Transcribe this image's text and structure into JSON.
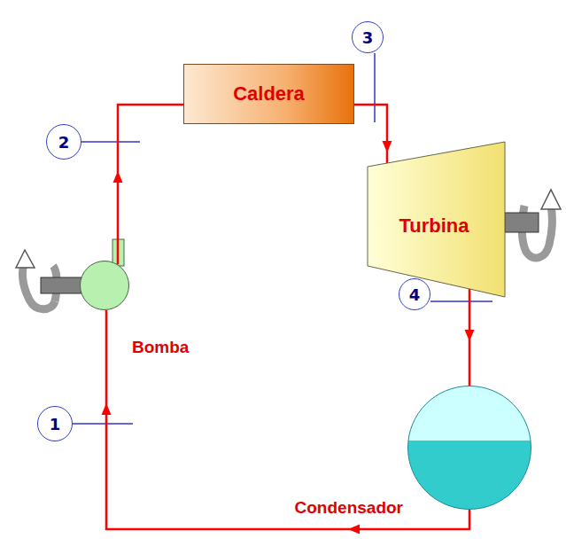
{
  "diagram": {
    "nodes": [
      {
        "text": [
          "Caldera"
        ]
      },
      {
        "text": [
          "3"
        ]
      },
      {
        "text": [
          "2"
        ]
      },
      {
        "text": [
          "Turbina"
        ]
      },
      {
        "text": [
          "4"
        ]
      },
      {
        "text": [
          "Bomba"
        ]
      },
      {
        "text": [
          "1"
        ]
      },
      {
        "text": [
          "Condensador"
        ]
      }
    ],
    "edges": [
      {
        "from": 5,
        "to": 0,
        "arrow": "to"
      },
      {
        "from": 0,
        "to": 3,
        "arrow": "to"
      },
      {
        "from": 3,
        "to": 7,
        "arrow": "to"
      },
      {
        "from": 7,
        "to": 5,
        "arrow": "to"
      }
    ]
  }
}
